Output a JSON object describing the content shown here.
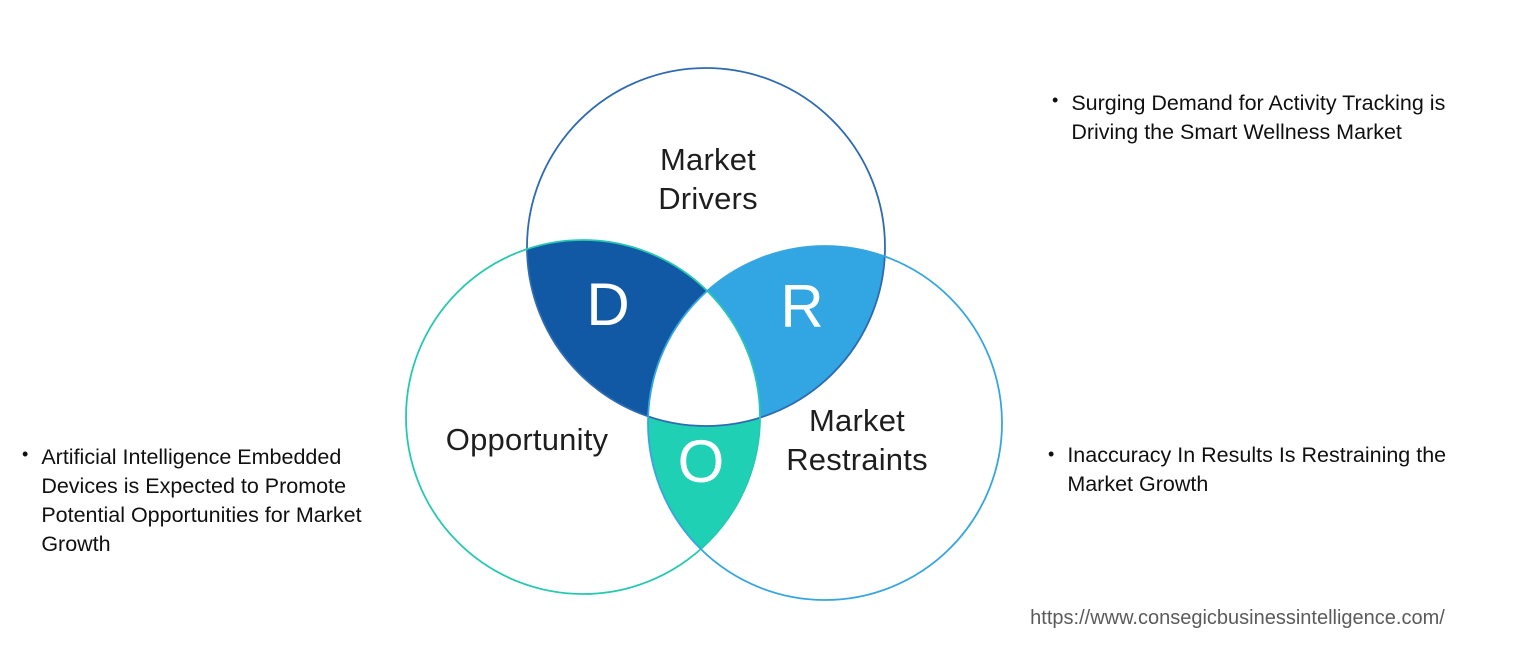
{
  "diagram": {
    "drivers": {
      "label": "Market Drivers",
      "letter": "D",
      "outline_color": "#2e6bb0"
    },
    "restraints": {
      "label": "Market Restraints",
      "letter": "R",
      "outline_color": "#38a6de"
    },
    "opportunity": {
      "label": "Opportunity",
      "letter": "O",
      "outline_color": "#27c8b2"
    },
    "overlap_colors": {
      "drivers_opportunity": "#1158a5",
      "drivers_restraints": "#31a6e2",
      "opportunity_restraints": "#1fd0b4",
      "triple_center": "#ffffff"
    }
  },
  "bullets": {
    "marker": "•",
    "left": "Artificial Intelligence Embedded Devices is Expected to Promote Potential Opportunities for Market Growth",
    "right_top": "Surging Demand for Activity Tracking is Driving the Smart Wellness Market",
    "right_bottom": "Inaccuracy In Results Is Restraining the Market Growth"
  },
  "footer": {
    "url": "https://www.consegicbusinessintelligence.com/"
  }
}
